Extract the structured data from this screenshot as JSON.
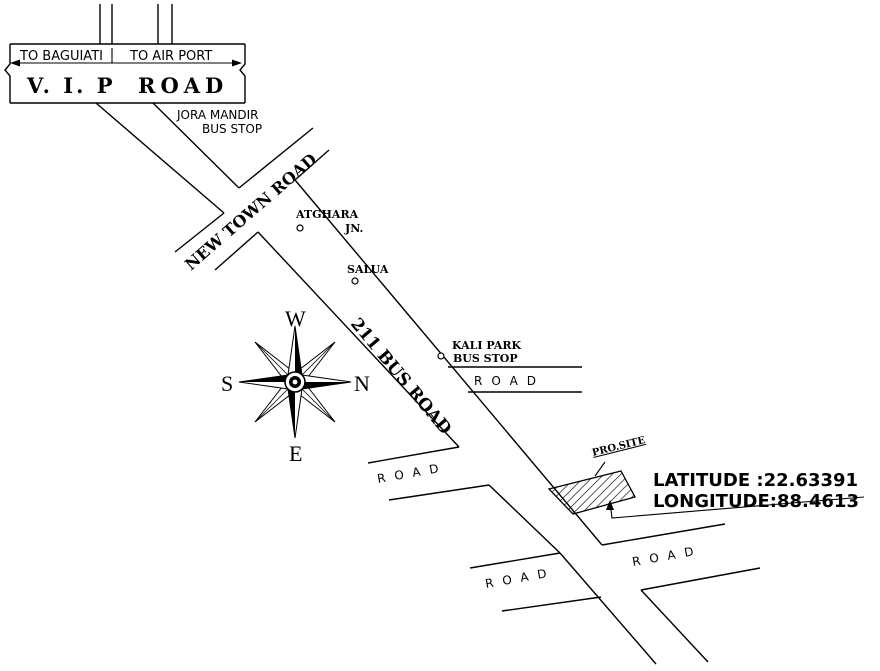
{
  "map": {
    "vip_road": {
      "name_left": "V. I. P",
      "name_right": "ROAD",
      "to_baguiati": "TO BAGUIATI",
      "to_airport": "TO AIR PORT"
    },
    "jora_mandir": [
      "JORA MANDIR",
      "BUS STOP"
    ],
    "new_town_road": "NEW TOWN ROAD",
    "atghara": [
      "ATGHARA",
      "JN."
    ],
    "salua": "SALUA",
    "bus_road": "211 BUS ROAD",
    "kali_park": [
      "KALI PARK",
      "BUS STOP"
    ],
    "side_roads": {
      "east_upper": "ROAD",
      "west_middle": "ROAD",
      "west_lower": "ROAD",
      "east_lower": "ROAD"
    },
    "project_site": {
      "label": "PRO.SITE",
      "latitude": "LATITUDE :22.63391",
      "longitude": "LONGITUDE:88.4613"
    },
    "compass": {
      "north": "N",
      "south": "S",
      "east": "E",
      "west": "W"
    },
    "colors": {
      "ink": "#000000",
      "background": "#ffffff"
    }
  }
}
